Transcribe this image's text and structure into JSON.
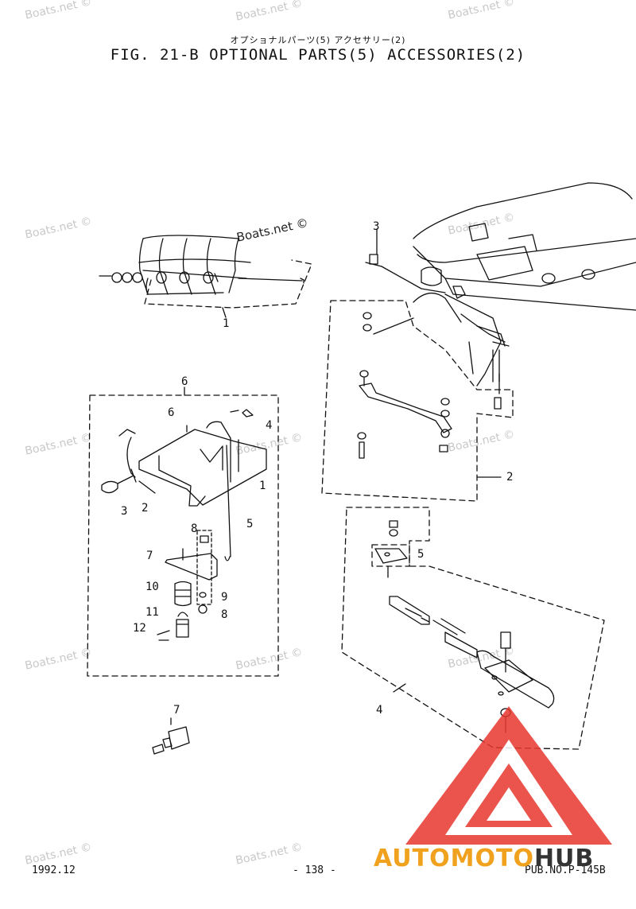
{
  "header": {
    "title_jp": "オプショナルパーツ(5) アクセサリー(2)",
    "title_en": "FIG. 21-B OPTIONAL PARTS(5) ACCESSORIES(2)"
  },
  "watermark": {
    "text": "Boats.net ©"
  },
  "callouts": {
    "group1": "1",
    "bracket_group": "6",
    "b6": "6",
    "b4": "4",
    "b1": "1",
    "b3": "3",
    "b2": "2",
    "b5": "5",
    "b8a": "8",
    "b7": "7",
    "b10": "10",
    "b9": "9",
    "b8b": "8",
    "b11": "11",
    "b12": "12",
    "single7": "7",
    "r3": "3",
    "r2": "2",
    "r5": "5",
    "r4": "4"
  },
  "footer": {
    "date": "1992.12",
    "page": "- 138 -",
    "pub": "PUB.NO.P-145B"
  },
  "logo": {
    "part1": "AUTOMOTO",
    "part2": "HUB",
    "color_primary": "#f0a21e",
    "color_secondary": "#333333",
    "color_triangle": "#e8372d"
  }
}
